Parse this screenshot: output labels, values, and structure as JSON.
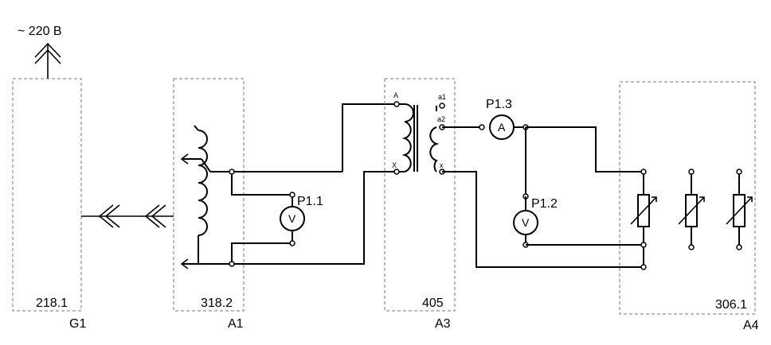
{
  "supply": {
    "label": "~ 220 B"
  },
  "blocks": {
    "g1": {
      "code": "218.1",
      "designator": "G1"
    },
    "a1": {
      "code": "318.2",
      "designator": "A1"
    },
    "a3": {
      "code": "405",
      "designator": "A3"
    },
    "a4": {
      "code": "306.1",
      "designator": "A4"
    }
  },
  "meters": {
    "p11": {
      "name": "P1.1",
      "symbol": "V"
    },
    "p12": {
      "name": "P1.2",
      "symbol": "V"
    },
    "p13": {
      "name": "P1.3",
      "symbol": "A"
    }
  },
  "transformer_terminals": {
    "primary_top": "A",
    "primary_bottom": "X",
    "secondary_a1": "a1",
    "secondary_a2": "a2",
    "secondary_x": "x"
  }
}
